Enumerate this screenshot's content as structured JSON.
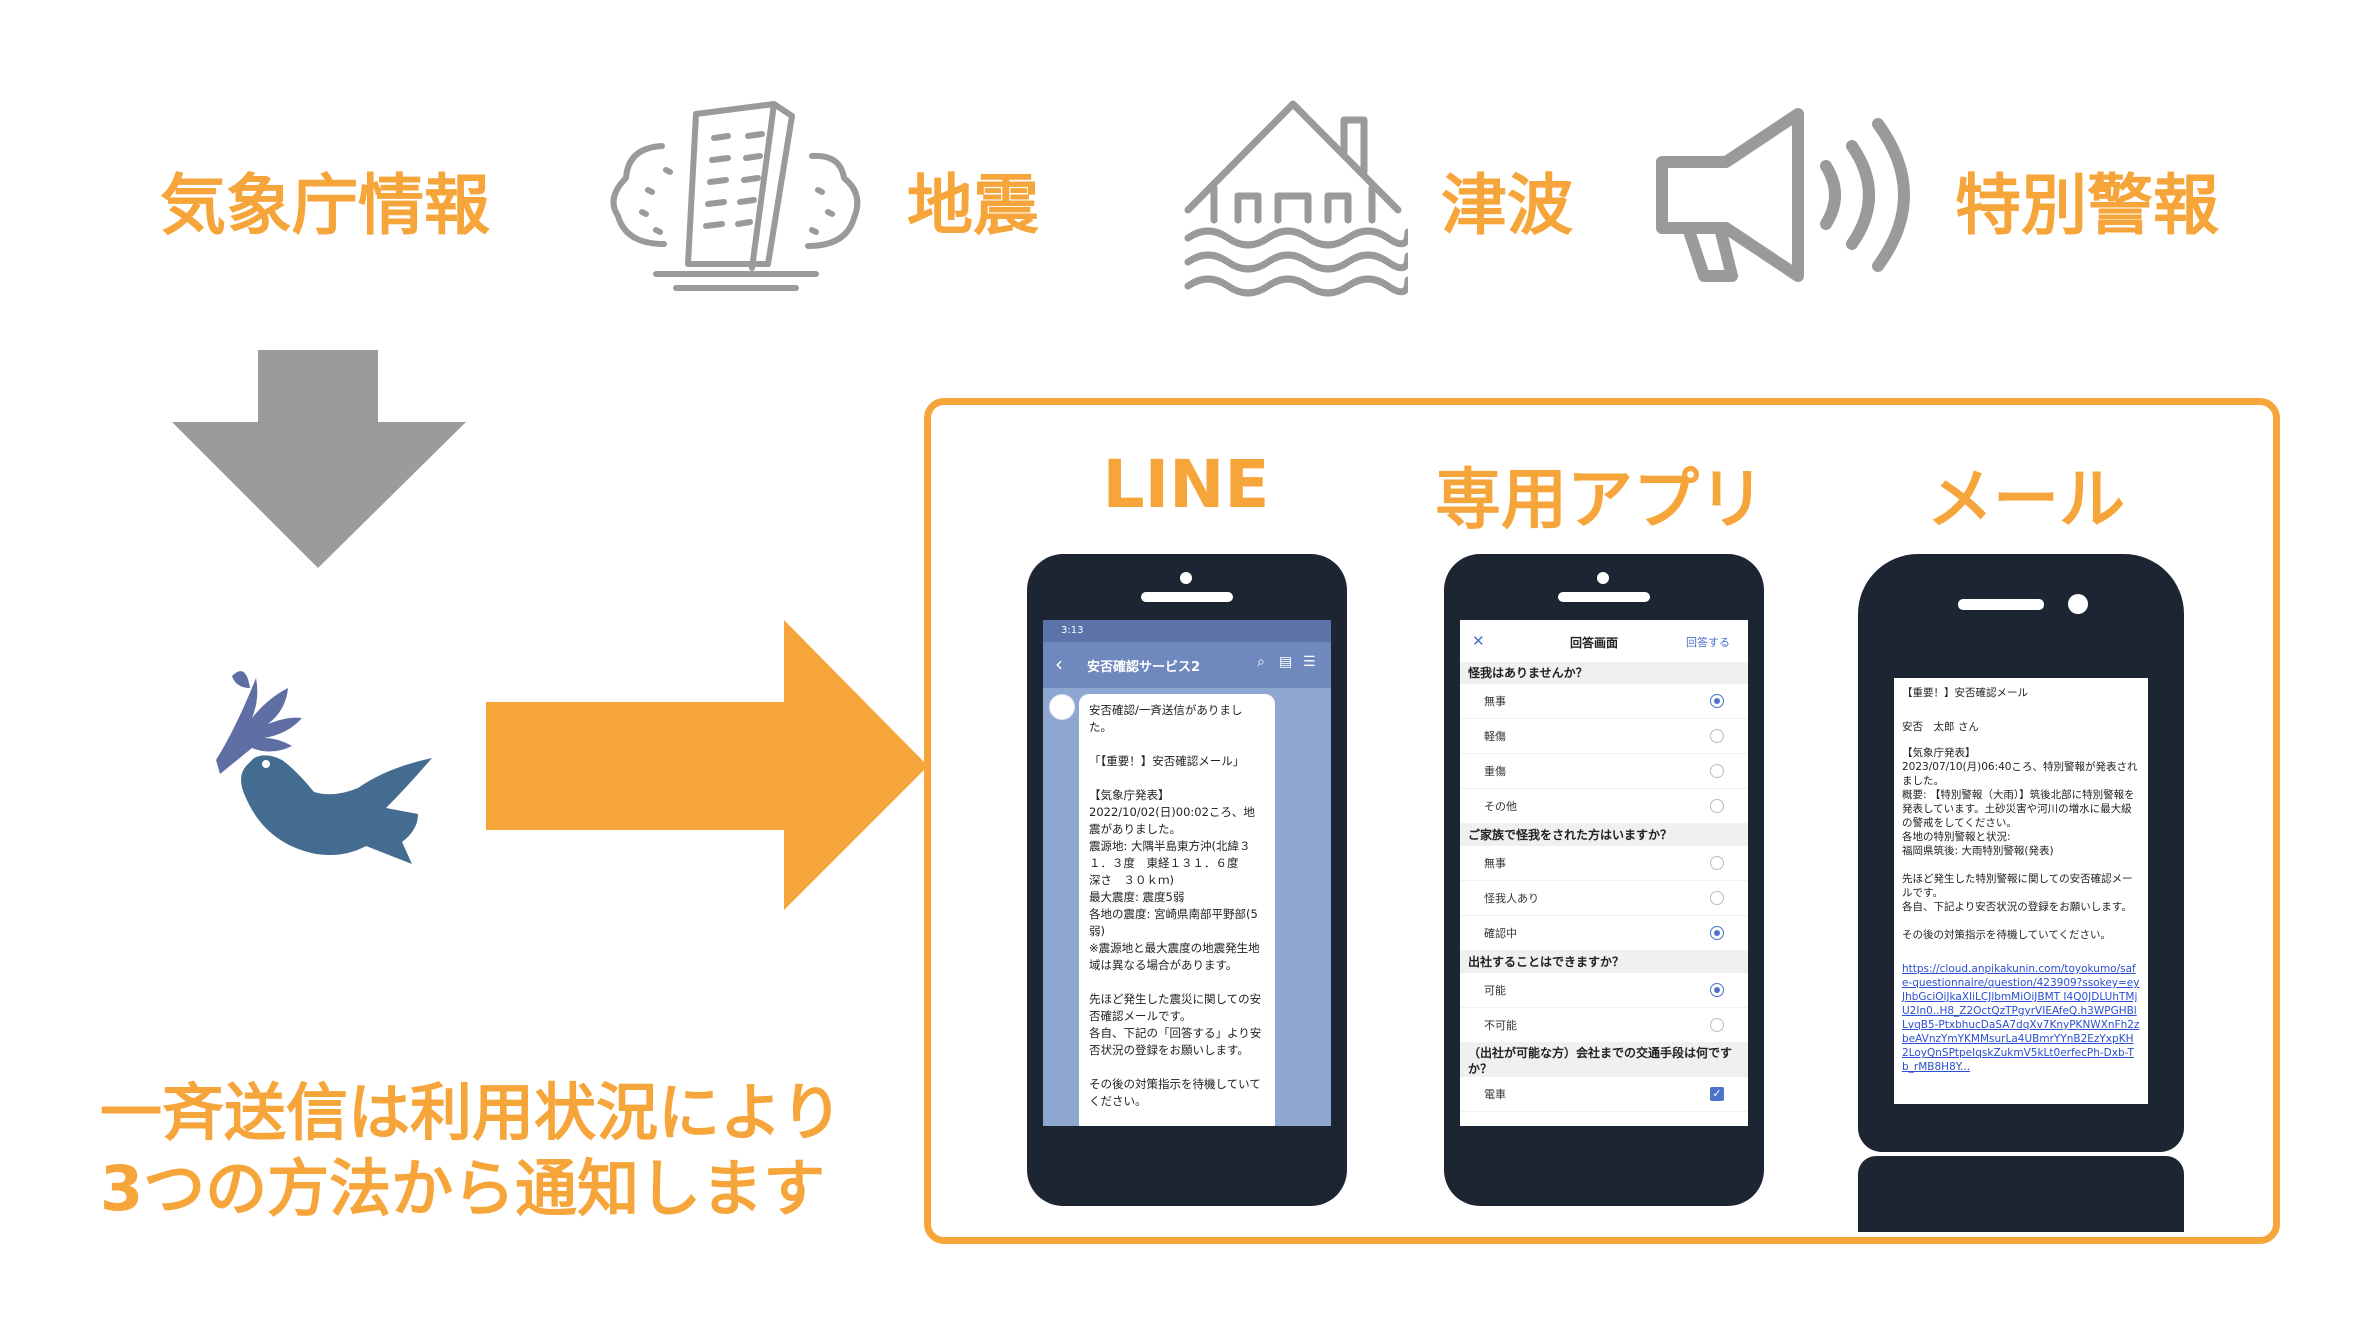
{
  "sources": {
    "jma": "気象庁情報",
    "earthquake": "地震",
    "tsunami": "津波",
    "special_warning": "特別警報",
    "icons": [
      "collapsed-building-icon",
      "flooded-house-icon",
      "megaphone-icon",
      "dove-icon"
    ]
  },
  "message": {
    "line1": "一斉送信は利用状況により",
    "line2": "3つの方法から通知します"
  },
  "channels": {
    "line": {
      "label": "LINE",
      "status_time": "3:13",
      "chat_title": "安否確認サービス2",
      "bubble_text": "安否確認/一斉送信がありました。\n\n「【重要！】安否確認メール」\n\n【気象庁発表】\n2022/10/02(日)00:02ころ、地震がありました。\n震源地: 大隅半島東方沖(北緯３１．３度　東経１３１．６度\n深さ　３０ｋｍ)\n最大震度: 震度5弱\n各地の震度: 宮崎県南部平野部(5弱)\n※震源地と最大震度の地震発生地域は異なる場合があります。\n\n先ほど発生した震災に関しての安否確認メールです。\n各自、下記の「回答する」より安否状況の登録をお願いします。\n\nその後の対策指示を待機していてください。"
    },
    "app": {
      "label": "専用アプリ",
      "header_title": "回答画面",
      "header_action": "回答する",
      "close_symbol": "✕",
      "sections": [
        {
          "question": "怪我はありませんか？",
          "options": [
            "無事",
            "軽傷",
            "重傷",
            "その他"
          ],
          "selected": 0
        },
        {
          "question": "ご家族で怪我をされた方はいますか？",
          "options": [
            "無事",
            "怪我人あり",
            "確認中"
          ],
          "selected": 2
        },
        {
          "question": "出社することはできますか？",
          "options": [
            "可能",
            "不可能"
          ],
          "selected": 0
        },
        {
          "question": "（出社が可能な方）会社までの交通手段は何ですか？",
          "options": [
            "電車"
          ],
          "selected": 0
        }
      ]
    },
    "mail": {
      "label": "メール",
      "subject": "【重要！】安否確認メール",
      "greeting": "安否　太郎 さん",
      "body": "【気象庁発表】\n2023/07/10(月)06:40ころ、特別警報が発表されました。\n概要: 【特別警報（大雨）】筑後北部に特別警報を発表しています。土砂災害や河川の増水に最大級の警戒をしてください。\n各地の特別警報と状況:\n福岡県筑後: 大雨特別警報(発表)\n\n先ほど発生した特別警報に関しての安否確認メールです。\n各自、下記より安否状況の登録をお願いします。\n\nその後の対策指示を待機していてください。",
      "link": "https://cloud.anpikakunin.com/toyokumo/safe-questionnaire/question/423909?ssokey=eyJhbGciOiJkaXIiLCJlbmMiOiJBMT I4Q0JDLUhTMjU2In0..H8_Z2OctQzTPgyrVIEAfeQ.h3WPGHBlLvqB5-PtxbhucDaSA7dqXv7KnyPKNWXnFh2zbeAVnzYmYKMMsurLa4UBmrYYnB2EzYxpKH2LoyQnSPtpeIqskZukmV5kLt0erfecPh-Dxb-Tb_rMB8H8Y..."
    }
  }
}
